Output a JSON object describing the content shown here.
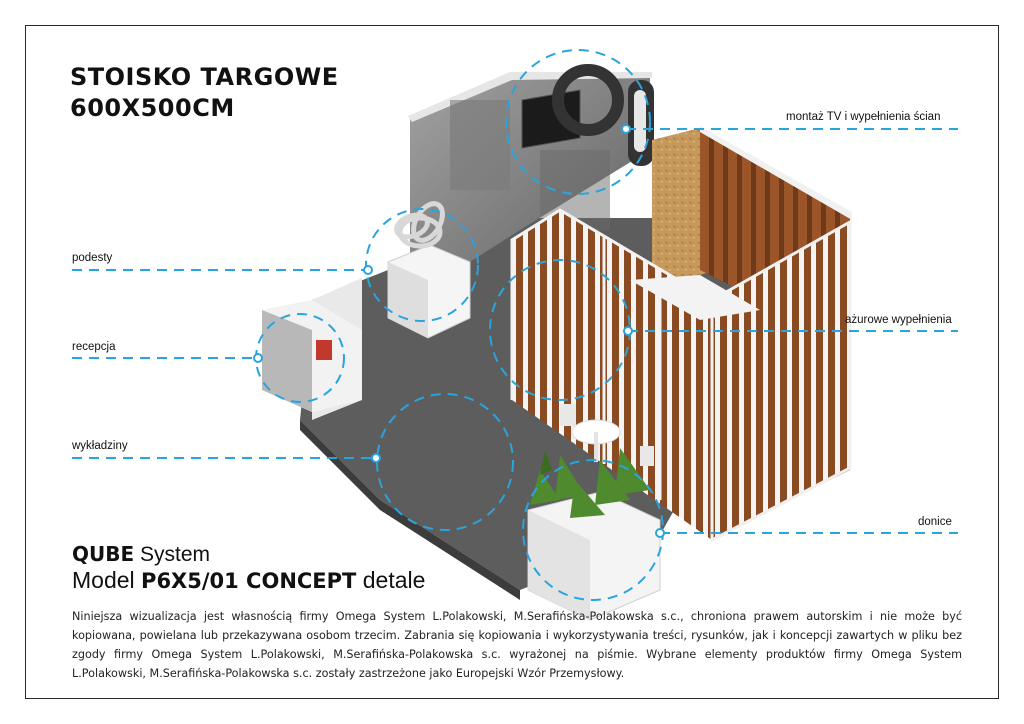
{
  "title": {
    "line1": "STOISKO TARGOWE",
    "line2": "600X500CM"
  },
  "callouts": {
    "tv": "montaż TV i wypełnienia ścian",
    "podesty": "podesty",
    "recepcja": "recepcja",
    "azurowe": "ażurowe wypełnienia",
    "wykladziny": "wykładziny",
    "donice": "donice"
  },
  "product": {
    "system_bold": "QUBE",
    "system_rest": "System",
    "model_prefix": "Model",
    "model_bold": "P6X5/01 CONCEPT",
    "model_suffix": "detale"
  },
  "disclaimer": "Niniejsza wizualizacja jest własnością firmy Omega System L.Polakowski, M.Serafińska-Polakowska s.c., chroniona prawem autorskim i nie może być kopiowana, powielana lub przekazywana osobom trzecim. Zabrania się kopiowania i wykorzystywania treści, rysunków, jak i koncepcji zawartych w pliku bez zgody firmy Omega System L.Polakowski, M.Serafińska-Polakowska s.c. wyrażonej na piśmie. Wybrane elementy produktów firmy Omega System L.Polakowski, M.Serafińska-Polakowska s.c. zostały zastrzeżone jako Europejski Wzór Przemysłowy.",
  "colors": {
    "accent": "#2aa4dc",
    "floor": "#5c5c5c",
    "wood": "#8a4a22",
    "osb": "#c79a5a",
    "concrete": "#8c8c8c"
  }
}
